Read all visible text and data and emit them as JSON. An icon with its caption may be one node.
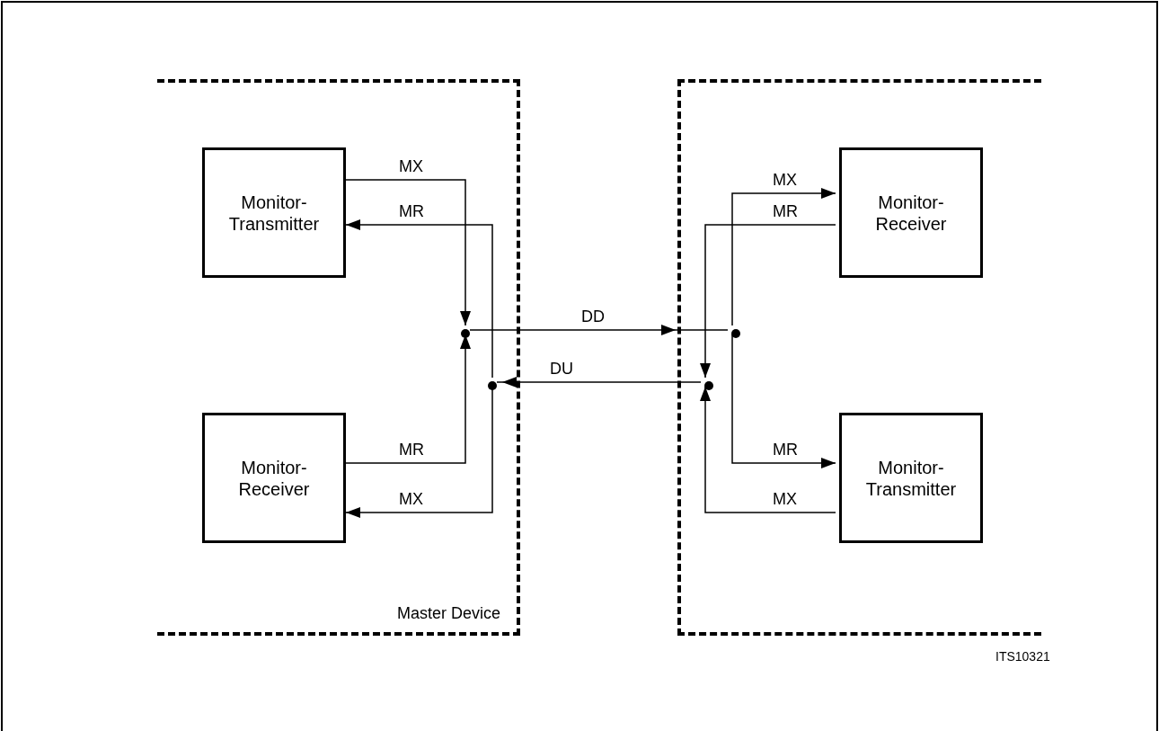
{
  "diagram": {
    "nodes": [
      {
        "text": [
          "Master Device"
        ]
      },
      {
        "text": [
          "Monitor-Transmitter"
        ],
        "in": 0
      },
      {
        "text": [
          "Monitor-Receiver"
        ],
        "in": 0
      },
      {
        "text": [],
        "shape": "circle",
        "in": 0
      },
      {
        "text": [],
        "shape": "circle",
        "in": 0
      },
      {
        "text": [],
        "shape": "box"
      },
      {
        "text": [
          "Monitor-Receiver"
        ],
        "in": 5
      },
      {
        "text": [
          "Monitor-Transmitter"
        ],
        "in": 5
      },
      {
        "text": [],
        "shape": "circle",
        "in": 5
      },
      {
        "text": [],
        "shape": "circle",
        "in": 5
      }
    ],
    "edges": [
      {
        "from": 1,
        "to": 3,
        "arrow": "to",
        "label": "MX"
      },
      {
        "from": 2,
        "to": 3,
        "arrow": "to",
        "label": "MR"
      },
      {
        "from": 3,
        "to": 8,
        "arrow": "to",
        "label": "DD"
      },
      {
        "from": 8,
        "to": 6,
        "arrow": "to",
        "label": "MX"
      },
      {
        "from": 8,
        "to": 7,
        "arrow": "to",
        "label": "MR"
      },
      {
        "from": 6,
        "to": 9,
        "arrow": "to",
        "label": "MR"
      },
      {
        "from": 7,
        "to": 9,
        "arrow": "to",
        "label": "MX"
      },
      {
        "from": 9,
        "to": 4,
        "arrow": "to",
        "label": "DU"
      },
      {
        "from": 4,
        "to": 1,
        "arrow": "to",
        "label": "MR"
      },
      {
        "from": 4,
        "to": 2,
        "arrow": "to",
        "label": "MX"
      }
    ],
    "labels": [
      "ITS10321"
    ]
  }
}
